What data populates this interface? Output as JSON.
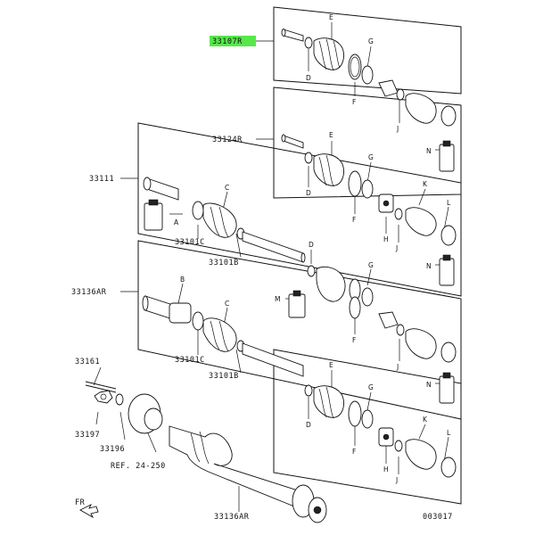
{
  "accent_color": "#56e84a",
  "labels": {
    "p33107R": "33107R",
    "p33124R": "33124R",
    "p33111": "33111",
    "p33101C_a": "33101C",
    "p33101B_a": "33101B",
    "p33136AR_left": "33136AR",
    "p33101C_b": "33101C",
    "p33101B_b": "33101B",
    "p33161": "33161",
    "p33197": "33197",
    "p33196": "33196",
    "ref": "REF. 24-250",
    "p33136AR_bottom": "33136AR",
    "fr": "FR",
    "diagram_code": "003017"
  },
  "letters": {
    "box1": {
      "E": "E",
      "D": "D",
      "G": "G",
      "F": "F",
      "J": "J"
    },
    "box2": {
      "E": "E",
      "D": "D",
      "G": "G",
      "F": "F",
      "N": "N",
      "K": "K",
      "L": "L",
      "H": "H",
      "J": "J"
    },
    "box3": {
      "C": "C",
      "A": "A",
      "D": "D",
      "G": "G",
      "N": "N"
    },
    "box4": {
      "B": "B",
      "C": "C",
      "M": "M",
      "F": "F",
      "J": "J",
      "N": "N"
    },
    "box5": {
      "E": "E",
      "D": "D",
      "G": "G",
      "F": "F",
      "K": "K",
      "L": "L",
      "H": "H",
      "J": "J"
    }
  }
}
